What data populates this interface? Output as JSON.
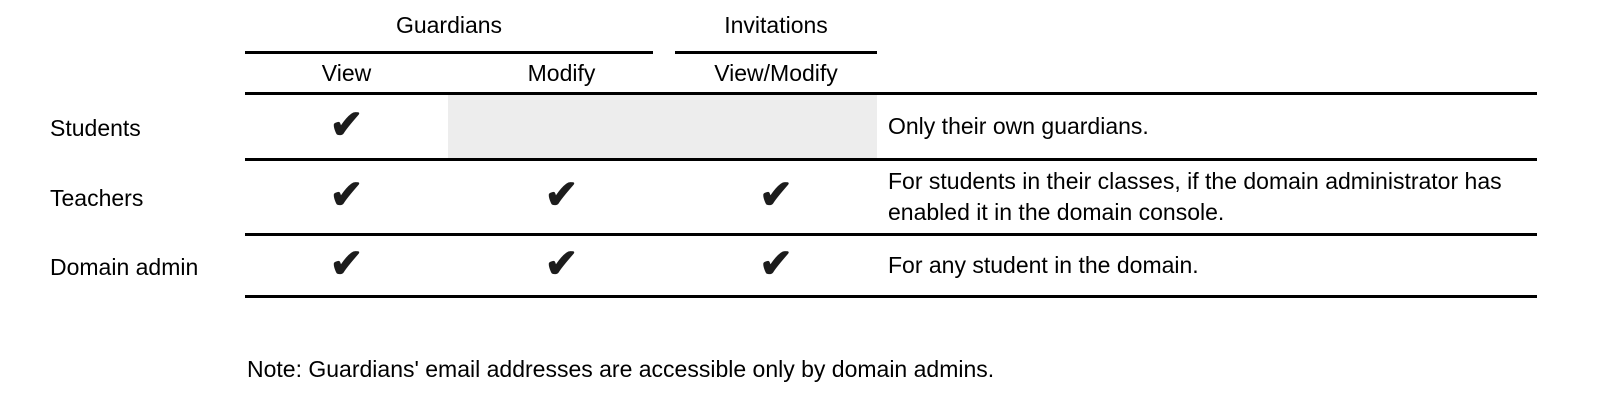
{
  "table": {
    "check_glyph": "✔",
    "groups": [
      {
        "label": "Guardians"
      },
      {
        "label": "Invitations"
      }
    ],
    "columns": [
      {
        "label": "View"
      },
      {
        "label": "Modify"
      },
      {
        "label": "View/Modify"
      }
    ],
    "rows": [
      {
        "label": "Students",
        "guardians_view": true,
        "guardians_modify": false,
        "invitations_view_modify": false,
        "shaded_not_applicable": true,
        "description": "Only their own guardians."
      },
      {
        "label": "Teachers",
        "guardians_view": true,
        "guardians_modify": true,
        "invitations_view_modify": true,
        "shaded_not_applicable": false,
        "description": "For students in their classes, if the domain administrator has enabled it in the domain console."
      },
      {
        "label": "Domain admin",
        "guardians_view": true,
        "guardians_modify": true,
        "invitations_view_modify": true,
        "shaded_not_applicable": false,
        "description": "For any student in the domain."
      }
    ]
  },
  "footnote": "Note: Guardians' email addresses are accessible only by domain admins.",
  "colors": {
    "shaded_cell": "#ededed",
    "rule": "#000000",
    "text": "#000000",
    "check": "#1c1c1c"
  }
}
